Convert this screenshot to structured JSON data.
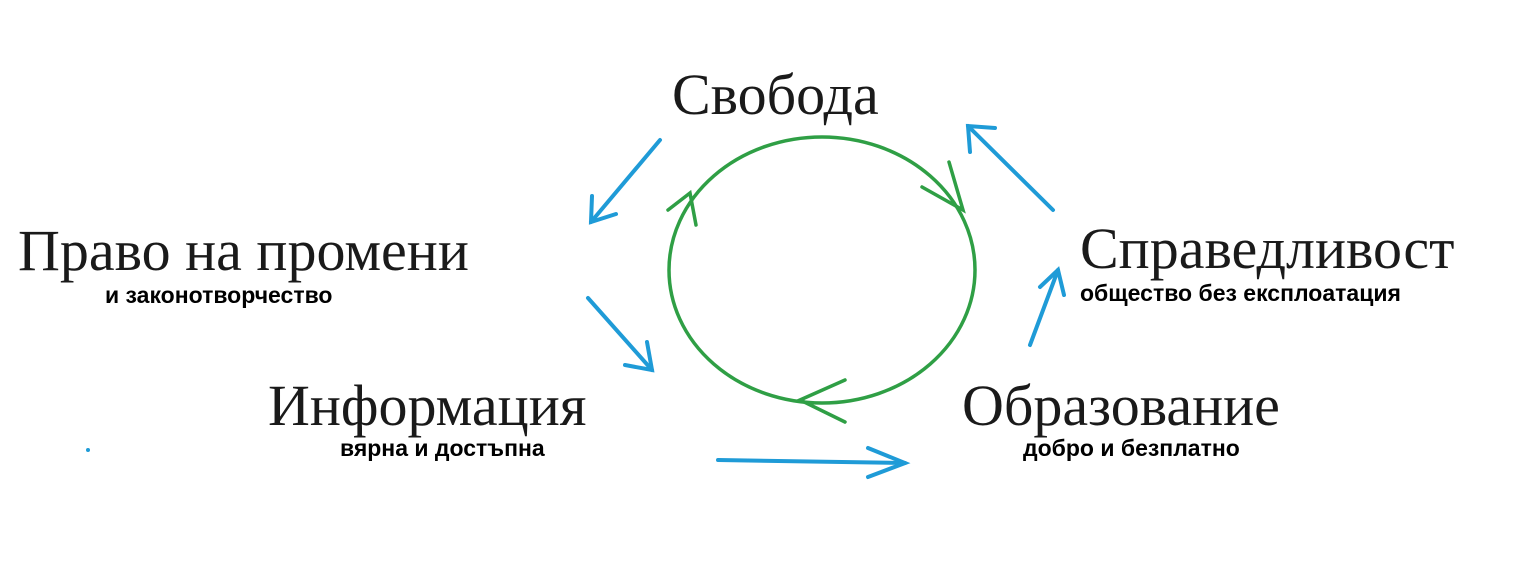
{
  "colors": {
    "cycle": "#2f9f45",
    "arrow": "#1f9bd7",
    "text": "#1a1a1a"
  },
  "nodes": {
    "freedom": {
      "title": "Свобода"
    },
    "justice": {
      "title": "Справедливост",
      "subtitle": "общество без експлоатация"
    },
    "education": {
      "title": "Образование",
      "subtitle": "добро и безплатно"
    },
    "information": {
      "title": "Информация",
      "subtitle": "вярна и достъпна"
    },
    "right_to_change": {
      "title": "Право на промени",
      "subtitle": "и законотворчество"
    }
  }
}
